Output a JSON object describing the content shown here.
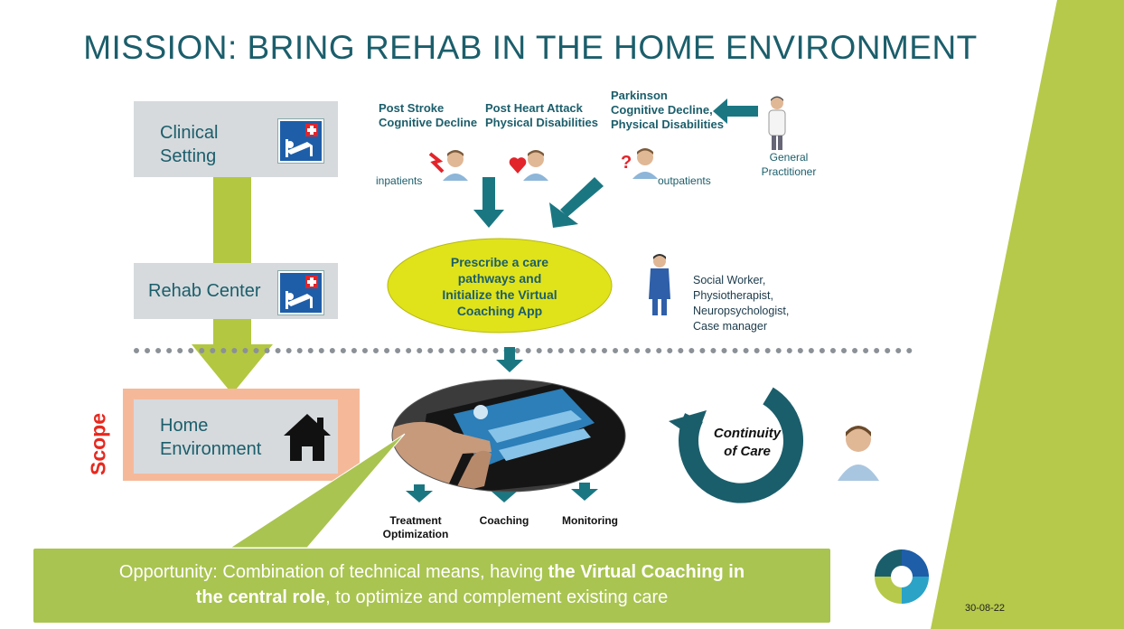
{
  "title": "MISSION: BRING REHAB IN THE HOME ENVIRONMENT",
  "settings": {
    "clinical_line1": "Clinical",
    "clinical_line2": "Setting",
    "rehab": "Rehab Center",
    "home_line1": "Home",
    "home_line2": "Environment",
    "scope": "Scope"
  },
  "conditions": [
    {
      "line1": "Post Stroke",
      "line2": "Cognitive Decline"
    },
    {
      "line1": "Post Heart Attack",
      "line2": "Physical Disabilities"
    },
    {
      "line1": "Parkinson",
      "line2": "Cognitive Decline,",
      "line3": "Physical Disabilities"
    }
  ],
  "patients": {
    "inpatients": "inpatients",
    "outpatients": "outpatients",
    "gp_line1": "General",
    "gp_line2": "Practitioner"
  },
  "prescribe": {
    "line1": "Prescribe a care",
    "line2": "pathways and",
    "line3": "Initialize the Virtual",
    "line4": "Coaching App"
  },
  "staff": {
    "line1": "Social Worker,",
    "line2": "Physiotherapist,",
    "line3": "Neuropsychologist,",
    "line4": "Case manager"
  },
  "continuity": {
    "line1": "Continuity",
    "line2": "of Care"
  },
  "outputs": {
    "treatment_line1": "Treatment",
    "treatment_line2": "Optimization",
    "coaching": "Coaching",
    "monitoring": "Monitoring"
  },
  "callout": {
    "part1": "Opportunity: Combination of technical means, having ",
    "bold1": "the Virtual Coaching in",
    "bold2": "the central role",
    "part2": ", to optimize and complement existing care"
  },
  "date": "30-08-22",
  "colors": {
    "teal": "#1b5e6b",
    "lime": "#b3c741",
    "yellow_ellipse": "#e2e21a",
    "scope_red": "#e8281e",
    "scope_border": "#f5b99a",
    "gray_box": "#d6dadd",
    "callout_bg": "#a9c450"
  }
}
